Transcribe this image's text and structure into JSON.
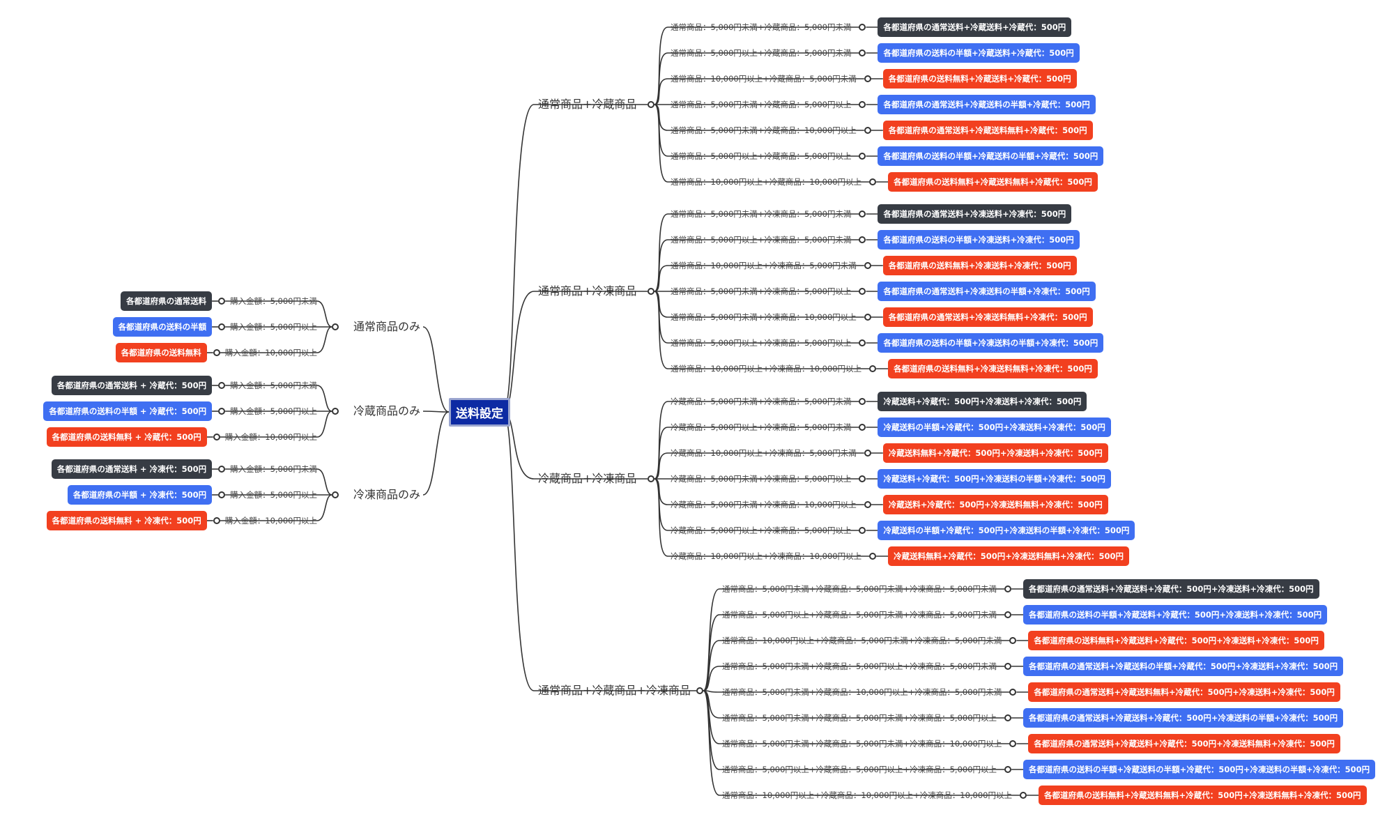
{
  "root": {
    "label": "送料設定"
  },
  "right_branches": [
    {
      "label": "通常商品+冷蔵商品",
      "items": [
        {
          "condition": "通常商品：5,000円未満+冷蔵商品：5,000円未満",
          "result": "各都道府県の通常送料+冷蔵送料+冷蔵代：500円",
          "color": "dark"
        },
        {
          "condition": "通常商品：5,000円以上+冷蔵商品：5,000円未満",
          "result": "各都道府県の送料の半額+冷蔵送料+冷蔵代：500円",
          "color": "blue"
        },
        {
          "condition": "通常商品：10,000円以上+冷蔵商品：5,000円未満",
          "result": "各都道府県の送料無料+冷蔵送料+冷蔵代：500円",
          "color": "red"
        },
        {
          "condition": "通常商品：5,000円未満+冷蔵商品：5,000円以上",
          "result": "各都道府県の通常送料+冷蔵送料の半額+冷蔵代：500円",
          "color": "blue"
        },
        {
          "condition": "通常商品：5,000円未満+冷蔵商品：10,000円以上",
          "result": "各都道府県の通常送料+冷蔵送料無料+冷蔵代：500円",
          "color": "red"
        },
        {
          "condition": "通常商品：5,000円以上+冷蔵商品：5,000円以上",
          "result": "各都道府県の送料の半額+冷蔵送料の半額+冷蔵代：500円",
          "color": "blue"
        },
        {
          "condition": "通常商品：10,000円以上+冷蔵商品：10,000円以上",
          "result": "各都道府県の送料無料+冷蔵送料無料+冷蔵代：500円",
          "color": "red"
        }
      ]
    },
    {
      "label": "通常商品+冷凍商品",
      "items": [
        {
          "condition": "通常商品：5,000円未満+冷凍商品：5,000円未満",
          "result": "各都道府県の通常送料+冷凍送料+冷凍代：500円",
          "color": "dark"
        },
        {
          "condition": "通常商品：5,000円以上+冷凍商品：5,000円未満",
          "result": "各都道府県の送料の半額+冷凍送料+冷凍代：500円",
          "color": "blue"
        },
        {
          "condition": "通常商品：10,000円以上+冷凍商品：5,000円未満",
          "result": "各都道府県の送料無料+冷凍送料+冷凍代：500円",
          "color": "red"
        },
        {
          "condition": "通常商品：5,000円未満+冷凍商品：5,000円以上",
          "result": "各都道府県の通常送料+冷凍送料の半額+冷凍代：500円",
          "color": "blue"
        },
        {
          "condition": "通常商品：5,000円未満+冷凍商品：10,000円以上",
          "result": "各都道府県の通常送料+冷凍送料無料+冷凍代：500円",
          "color": "red"
        },
        {
          "condition": "通常商品：5,000円以上+冷凍商品：5,000円以上",
          "result": "各都道府県の送料の半額+冷凍送料の半額+冷凍代：500円",
          "color": "blue"
        },
        {
          "condition": "通常商品：10,000円以上+冷凍商品：10,000円以上",
          "result": "各都道府県の送料無料+冷凍送料無料+冷凍代：500円",
          "color": "red"
        }
      ]
    },
    {
      "label": "冷蔵商品+冷凍商品",
      "items": [
        {
          "condition": "冷蔵商品：5,000円未満+冷凍商品：5,000円未満",
          "result": "冷蔵送料+冷蔵代：500円+冷凍送料+冷凍代：500円",
          "color": "dark"
        },
        {
          "condition": "冷蔵商品：5,000円以上+冷凍商品：5,000円未満",
          "result": "冷蔵送料の半額+冷蔵代：500円+冷凍送料+冷凍代：500円",
          "color": "blue"
        },
        {
          "condition": "冷蔵商品：10,000円以上+冷凍商品：5,000円未満",
          "result": "冷蔵送料無料+冷蔵代：500円+冷凍送料+冷凍代：500円",
          "color": "red"
        },
        {
          "condition": "冷蔵商品：5,000円未満+冷凍商品：5,000円以上",
          "result": "冷蔵送料+冷蔵代：500円+冷凍送料の半額+冷凍代：500円",
          "color": "blue"
        },
        {
          "condition": "冷蔵商品：5,000円未満+冷凍商品：10,000円以上",
          "result": "冷蔵送料+冷蔵代：500円+冷凍送料無料+冷凍代：500円",
          "color": "red"
        },
        {
          "condition": "冷蔵商品：5,000円以上+冷凍商品：5,000円以上",
          "result": "冷蔵送料の半額+冷蔵代：500円+冷凍送料の半額+冷凍代：500円",
          "color": "blue"
        },
        {
          "condition": "冷蔵商品：10,000円以上+冷凍商品：10,000円以上",
          "result": "冷蔵送料無料+冷蔵代：500円+冷凍送料無料+冷凍代：500円",
          "color": "red"
        }
      ]
    },
    {
      "label": "通常商品+冷蔵商品+冷凍商品",
      "items": [
        {
          "condition": "通常商品：5,000円未満+冷蔵商品：5,000円未満+冷凍商品：5,000円未満",
          "result": "各都道府県の通常送料+冷蔵送料+冷蔵代：500円+冷凍送料+冷凍代：500円",
          "color": "dark"
        },
        {
          "condition": "通常商品：5,000円以上+冷蔵商品：5,000円未満+冷凍商品：5,000円未満",
          "result": "各都道府県の送料の半額+冷蔵送料+冷蔵代：500円+冷凍送料+冷凍代：500円",
          "color": "blue"
        },
        {
          "condition": "通常商品：10,000円以上+冷蔵商品：5,000円未満+冷凍商品：5,000円未満",
          "result": "各都道府県の送料無料+冷蔵送料+冷蔵代：500円+冷凍送料+冷凍代：500円",
          "color": "red"
        },
        {
          "condition": "通常商品：5,000円未満+冷蔵商品：5,000円以上+冷凍商品：5,000円未満",
          "result": "各都道府県の通常送料+冷蔵送料の半額+冷蔵代：500円+冷凍送料+冷凍代：500円",
          "color": "blue"
        },
        {
          "condition": "通常商品：5,000円未満+冷蔵商品：10,000円以上+冷凍商品：5,000円未満",
          "result": "各都道府県の通常送料+冷蔵送料無料+冷蔵代：500円+冷凍送料+冷凍代：500円",
          "color": "red"
        },
        {
          "condition": "通常商品：5,000円未満+冷蔵商品：5,000円未満+冷凍商品：5,000円以上",
          "result": "各都道府県の通常送料+冷蔵送料+冷蔵代：500円+冷凍送料の半額+冷凍代：500円",
          "color": "blue"
        },
        {
          "condition": "通常商品：5,000円未満+冷蔵商品：5,000円未満+冷凍商品：10,000円以上",
          "result": "各都道府県の通常送料+冷蔵送料+冷蔵代：500円+冷凍送料無料+冷凍代：500円",
          "color": "red"
        },
        {
          "condition": "通常商品：5,000円以上+冷蔵商品：5,000円以上+冷凍商品：5,000円以上",
          "result": "各都道府県の送料の半額+冷蔵送料の半額+冷蔵代：500円+冷凍送料の半額+冷凍代：500円",
          "color": "blue"
        },
        {
          "condition": "通常商品：10,000円以上+冷蔵商品：10,000円以上+冷凍商品：10,000円以上",
          "result": "各都道府県の送料無料+冷蔵送料無料+冷蔵代：500円+冷凍送料無料+冷凍代：500円",
          "color": "red"
        }
      ]
    }
  ],
  "left_branches": [
    {
      "label": "通常商品のみ",
      "items": [
        {
          "condition": "購入金額：5,000円未満",
          "result": "各都道府県の通常送料",
          "color": "dark"
        },
        {
          "condition": "購入金額：5,000円以上",
          "result": "各都道府県の送料の半額",
          "color": "blue"
        },
        {
          "condition": "購入金額：10,000円以上",
          "result": "各都道府県の送料無料",
          "color": "red"
        }
      ]
    },
    {
      "label": "冷蔵商品のみ",
      "items": [
        {
          "condition": "購入金額：5,000円未満",
          "result": "各都道府県の通常送料 + 冷蔵代：500円",
          "color": "dark"
        },
        {
          "condition": "購入金額：5,000円以上",
          "result": "各都道府県の送料の半額 + 冷蔵代：500円",
          "color": "blue"
        },
        {
          "condition": "購入金額：10,000円以上",
          "result": "各都道府県の送料無料 + 冷蔵代：500円",
          "color": "red"
        }
      ]
    },
    {
      "label": "冷凍商品のみ",
      "items": [
        {
          "condition": "購入金額：5,000円未満",
          "result": "各都道府県の通常送料 + 冷凍代：500円",
          "color": "dark"
        },
        {
          "condition": "購入金額：5,000円以上",
          "result": "各都道府県の半額 + 冷凍代：500円",
          "color": "blue"
        },
        {
          "condition": "購入金額：10,000円以上",
          "result": "各都道府県の送料無料 + 冷凍代：500円",
          "color": "red"
        }
      ]
    }
  ],
  "colors": {
    "dark": "#373c44",
    "blue": "#3f6ff2",
    "red": "#f2401f",
    "root": "#0d2aa3",
    "line": "#333333"
  }
}
